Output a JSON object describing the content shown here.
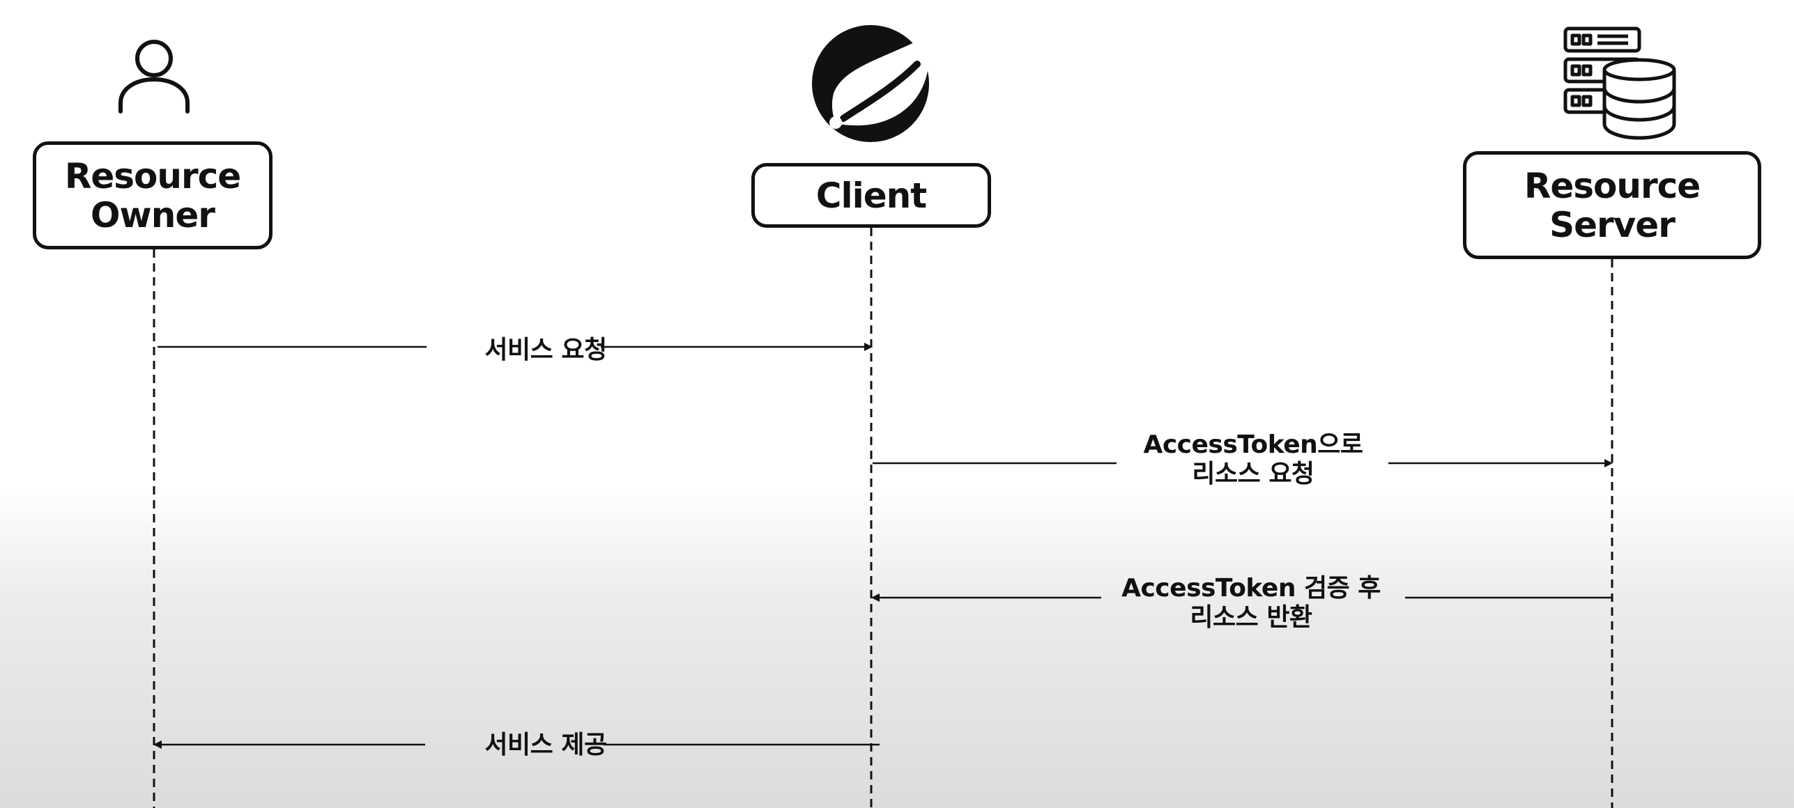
{
  "participants": [
    {
      "id": "owner",
      "label": "Resource\nOwner",
      "icon": "person-icon"
    },
    {
      "id": "client",
      "label": "Client",
      "icon": "spring-leaf-logo-icon"
    },
    {
      "id": "server",
      "label": "Resource\nServer",
      "icon": "server-database-icon"
    }
  ],
  "messages": [
    {
      "from": "owner",
      "to": "client",
      "label": "서비스 요청"
    },
    {
      "from": "client",
      "to": "server",
      "label": "AccessToken으로\n리소스 요청"
    },
    {
      "from": "server",
      "to": "client",
      "label": "AccessToken 검증 후\n리소스 반환"
    },
    {
      "from": "client",
      "to": "owner",
      "label": "서비스 제공"
    }
  ],
  "colors": {
    "stroke": "#111111",
    "background_top": "#ffffff",
    "background_bottom": "#dcdcdc"
  }
}
